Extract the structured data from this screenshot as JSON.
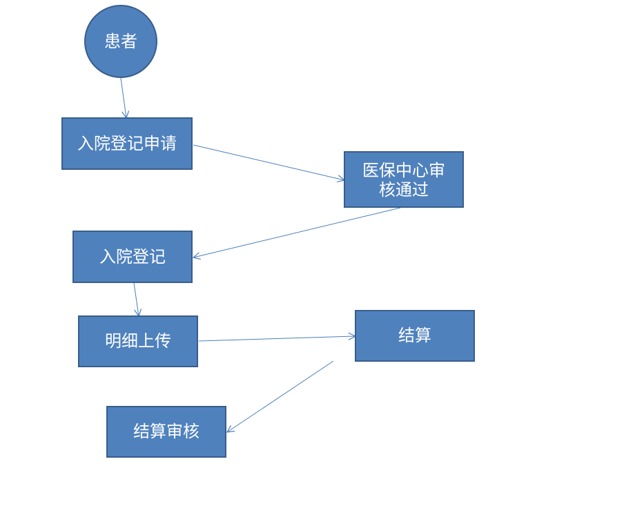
{
  "diagram": {
    "colors": {
      "node_fill": "#4f81bd",
      "node_border": "#385d8a",
      "text": "#ffffff",
      "arrow": "#4a7ebb"
    },
    "nodes": {
      "patient": {
        "label": "患者",
        "shape": "circle"
      },
      "admission_request": {
        "label": "入院登记申请",
        "shape": "rectangle"
      },
      "insurance_review_line1": {
        "label": "医保中心审",
        "shape": "rectangle"
      },
      "insurance_review_line2": {
        "label": "核通过"
      },
      "admission_register": {
        "label": "入院登记",
        "shape": "rectangle"
      },
      "detail_upload": {
        "label": "明细上传",
        "shape": "rectangle"
      },
      "settlement": {
        "label": "结算",
        "shape": "rectangle"
      },
      "settlement_review": {
        "label": "结算审核",
        "shape": "rectangle"
      }
    },
    "edges": [
      {
        "from": "患者",
        "to": "入院登记申请"
      },
      {
        "from": "入院登记申请",
        "to": "医保中心审核通过"
      },
      {
        "from": "医保中心审核通过",
        "to": "入院登记"
      },
      {
        "from": "入院登记",
        "to": "明细上传"
      },
      {
        "from": "明细上传",
        "to": "结算"
      },
      {
        "from": "结算",
        "to": "结算审核"
      }
    ]
  }
}
